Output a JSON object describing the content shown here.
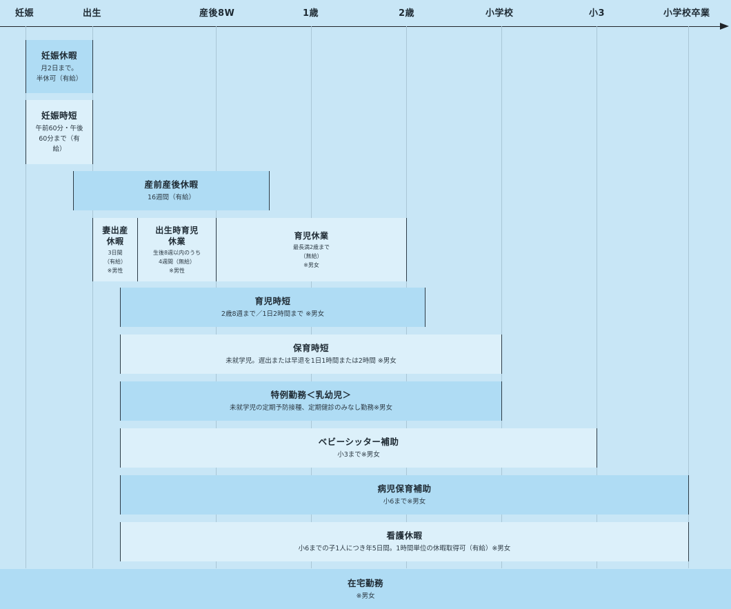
{
  "timeline": {
    "stages": [
      {
        "id": "pregnancy",
        "label": "妊娠"
      },
      {
        "id": "birth",
        "label": "出生"
      },
      {
        "id": "post8w",
        "label": "産後8W"
      },
      {
        "id": "age1",
        "label": "1歳"
      },
      {
        "id": "age2",
        "label": "2歳"
      },
      {
        "id": "elementary",
        "label": "小学校"
      },
      {
        "id": "grade3",
        "label": "小3"
      },
      {
        "id": "graduation",
        "label": "小学校卒業"
      }
    ]
  },
  "programs": [
    {
      "title": "妊娠休暇",
      "detail": "月2日まで。\n半休可（有給）",
      "start": "pregnancy",
      "end": "birth",
      "style": "dark"
    },
    {
      "title": "妊娠時短",
      "detail": "午前60分・午後\n60分まで（有\n給）",
      "start": "pregnancy",
      "end": "birth",
      "style": "light"
    },
    {
      "title": "産前産後休暇",
      "detail": "16週間（有給）",
      "start": "prebirth",
      "end": "midyear",
      "style": "dark"
    },
    {
      "title": "妻出産\n休暇",
      "detail": "3日間\n（有給）\n※男性",
      "start": "birth",
      "end": "week1",
      "style": "light"
    },
    {
      "title": "出生時育児\n休業",
      "detail": "生後8週以内のうち\n4週間（無給）\n※男性",
      "start": "week1",
      "end": "post8w",
      "style": "light"
    },
    {
      "title": "育児休業",
      "detail": "最長満2歳まで\n（無給）\n※男女",
      "start": "post8w",
      "end": "age2",
      "style": "light"
    },
    {
      "title": "育児時短",
      "detail": "2歳8週まで／1日2時間まで ※男女",
      "start": "birth_plus",
      "end": "age2_8w",
      "style": "dark"
    },
    {
      "title": "保育時短",
      "detail": "未就学児。遅出または早退を1日1時間または2時間 ※男女",
      "start": "birth_plus",
      "end": "elementary",
      "style": "light"
    },
    {
      "title": "特例勤務＜乳幼児＞",
      "detail": "未就学児の定期予防接種、定期健診のみなし勤務※男女",
      "start": "birth_plus",
      "end": "elementary",
      "style": "dark"
    },
    {
      "title": "ベビーシッター補助",
      "detail": "小3まで※男女",
      "start": "birth_plus",
      "end": "grade3",
      "style": "light"
    },
    {
      "title": "病児保育補助",
      "detail": "小6まで※男女",
      "start": "birth_plus",
      "end": "graduation",
      "style": "dark"
    },
    {
      "title": "看護休暇",
      "detail": "小6までの子1人につき年5日間。1時間単位の休暇取得可（有給）※男女",
      "start": "birth_plus",
      "end": "graduation",
      "style": "light"
    },
    {
      "title": "在宅勤務",
      "detail": "※男女",
      "start": "all",
      "end": "all",
      "style": "dark"
    }
  ]
}
